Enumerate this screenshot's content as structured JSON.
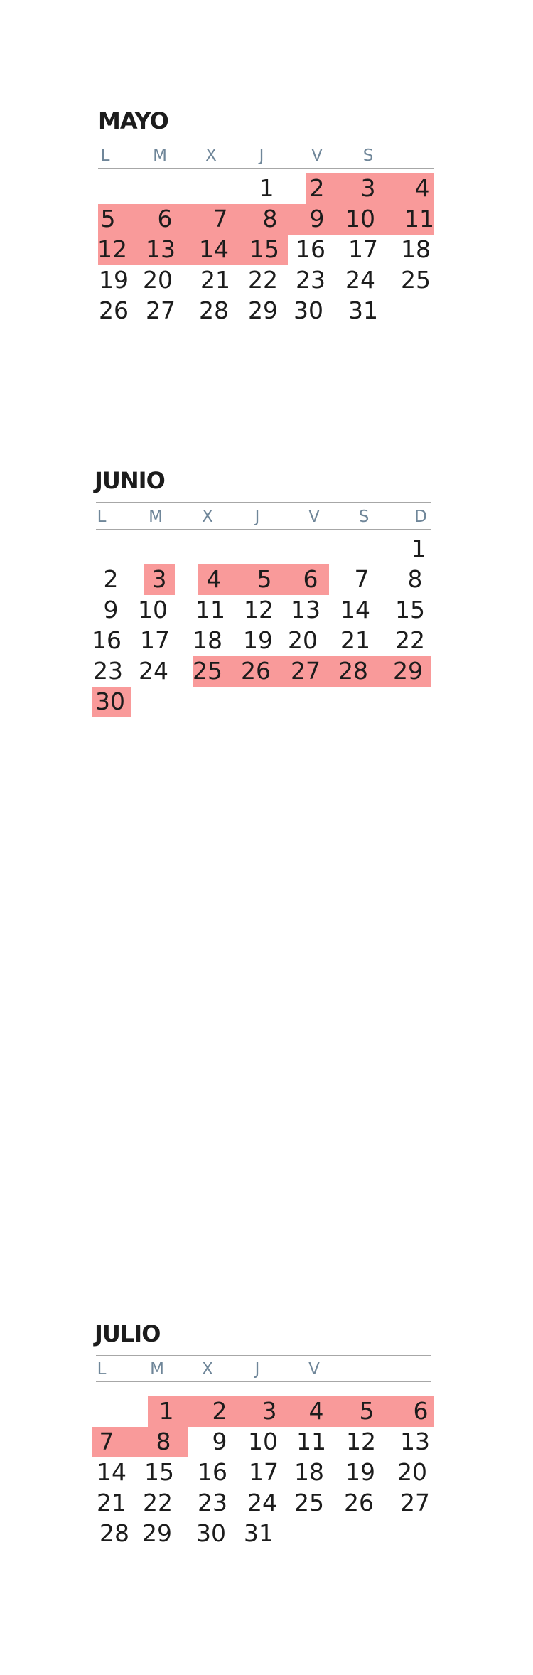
{
  "weekday_headers": [
    "L",
    "M",
    "X",
    "J",
    "V",
    "S",
    "D"
  ],
  "highlight_color": "#f99a9a",
  "months": [
    {
      "name": "MAYO",
      "visible_weekday_headers": [
        "L",
        "M",
        "X",
        "J",
        "V",
        "S"
      ],
      "weeks": [
        [
          "",
          "",
          "",
          "1",
          "2",
          "3",
          "4"
        ],
        [
          "5",
          "6",
          "7",
          "8",
          "9",
          "10",
          "11"
        ],
        [
          "12",
          "13",
          "14",
          "15",
          "16",
          "17",
          "18"
        ],
        [
          "19",
          "20",
          "21",
          "22",
          "23",
          "24",
          "25"
        ],
        [
          "26",
          "27",
          "28",
          "29",
          "30",
          "31",
          ""
        ]
      ],
      "highlighted_days": [
        "2",
        "3",
        "4",
        "5",
        "6",
        "7",
        "8",
        "9",
        "10",
        "11",
        "12",
        "13",
        "14",
        "15"
      ]
    },
    {
      "name": "JUNIO",
      "visible_weekday_headers": [
        "L",
        "M",
        "X",
        "J",
        "V",
        "S",
        "D"
      ],
      "weeks": [
        [
          "",
          "",
          "",
          "",
          "",
          "",
          "1"
        ],
        [
          "2",
          "3",
          "4",
          "5",
          "6",
          "7",
          "8"
        ],
        [
          "9",
          "10",
          "11",
          "12",
          "13",
          "14",
          "15"
        ],
        [
          "16",
          "17",
          "18",
          "19",
          "20",
          "21",
          "22"
        ],
        [
          "23",
          "24",
          "25",
          "26",
          "27",
          "28",
          "29"
        ],
        [
          "30",
          "",
          "",
          "",
          "",
          "",
          ""
        ]
      ],
      "highlighted_days": [
        "3",
        "4",
        "5",
        "6",
        "25",
        "26",
        "27",
        "28",
        "29",
        "30"
      ]
    },
    {
      "name": "JULIO",
      "visible_weekday_headers": [
        "L",
        "M",
        "X",
        "J",
        "V"
      ],
      "weeks": [
        [
          "",
          "1",
          "2",
          "3",
          "4",
          "5",
          "6"
        ],
        [
          "7",
          "8",
          "9",
          "10",
          "11",
          "12",
          "13"
        ],
        [
          "14",
          "15",
          "16",
          "17",
          "18",
          "19",
          "20"
        ],
        [
          "21",
          "22",
          "23",
          "24",
          "25",
          "26",
          "27"
        ],
        [
          "28",
          "29",
          "30",
          "31",
          "",
          "",
          ""
        ]
      ],
      "highlighted_days": [
        "1",
        "2",
        "3",
        "4",
        "5",
        "6",
        "7",
        "8"
      ]
    }
  ]
}
